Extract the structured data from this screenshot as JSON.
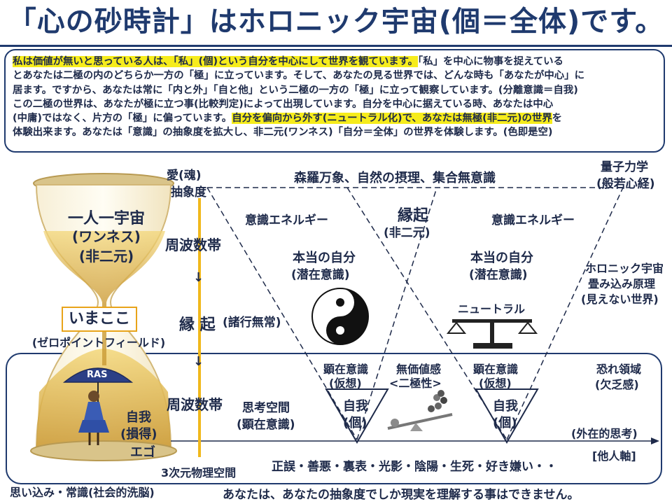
{
  "title": "「心の砂時計」はホロニック宇宙(個＝全体)です。",
  "intro": {
    "l1a": "私は価値が無いと思っている人は、「私」(個)という自分を中心にして世界を観ています。",
    "l1b": "「私」を中心に物事を捉えている",
    "l2": "とあなたは二極の内のどちらか一方の「極」に立っています。そして、あなたの見る世界では、どんな時も「あなたが中心」に",
    "l3": "居ます。ですから、あなたは常に「内と外」「自と他」という二極の一方の「極」に立って観察しています。(分離意識＝自我)",
    "l4": "この二極の世界は、あなたが極に立つ事(比較判定)によって出現しています。自分を中心に据えている時、あなたは中心",
    "l5a": "(中庸)ではなく、片方の「極」に偏っています。",
    "l5b": "自分を偏向から外す(ニュートラル化)で、あなたは無極(非二元)の世界",
    "l5c": "を",
    "l6": "体験出来ます。あなたは「意識」の抽象度を拡大し、非二元(ワンネス)「自分＝全体」の世界を体験します。(色即是空)"
  },
  "labels": {
    "ai_tamashii": "愛(魂)",
    "chushodo": "抽象度",
    "shinra": "森羅万象、自然の摂理、集合無意識",
    "ryoshi1": "量子力学",
    "ryoshi2": "(般若心経)",
    "ichinin1": "一人一宇宙",
    "ichinin2": "(ワンネス)",
    "ichinin3": "(非二元)",
    "shuhasu_top": "周波数帯",
    "ishiki_en_left": "意識エネルギー",
    "engi_top": "縁起",
    "hinigen": "(非二元)",
    "ishiki_en_right": "意識エネルギー",
    "hontou_left1": "本当の自分",
    "hontou_left2": "(潜在意識)",
    "hontou_right1": "本当の自分",
    "hontou_right2": "(潜在意識)",
    "holonic1": "ホロニック宇宙",
    "holonic2": "畳み込み原理",
    "holonic3": "(見えない世界)",
    "neutral": "ニュートラル",
    "imakoko": "いまここ",
    "zero_point": "(ゼロポイントフィールド)",
    "engi_mid": "縁 起",
    "shogyo": "(諸行無常)",
    "kenzai_left1": "顕在意識",
    "kenzai_left2": "(仮想)",
    "mukachi1": "無価値感",
    "mukachi2": "<二極性>",
    "kenzai_right1": "顕在意識",
    "kenzai_right2": "(仮想)",
    "osore1": "恐れ領域",
    "osore2": "(欠乏感)",
    "ras": "RAS",
    "shuhasu_bottom": "周波数帯",
    "shiko1": "思考空間",
    "shiko2": "(顕在意識)",
    "jiga_left1": "自我",
    "jiga_left2": "(個)",
    "jiga_right1": "自我",
    "jiga_right2": "(個)",
    "jiga_son1": "自我",
    "jiga_son2": "(損得)",
    "jiga_son3": "エゴ",
    "gaizai": "(外在的思考)",
    "tanin": "[他人軸]",
    "sanjigen": "3次元物理空間",
    "seigo": "正誤・善悪・裏表・光影・陰陽・生死・好き嫌い・・",
    "omoikomi": "思い込み・常識(社会的洗脳)",
    "footer": "あなたは、あなたの抽象度でしか現実を理解する事はできません。",
    "arrow1": "↓",
    "arrow2": "↓"
  },
  "colors": {
    "navy": "#1f3a6e",
    "highlight": "#f6ec1c",
    "sand": "#e3b94a",
    "axis_yellow": "#f0b81c"
  }
}
